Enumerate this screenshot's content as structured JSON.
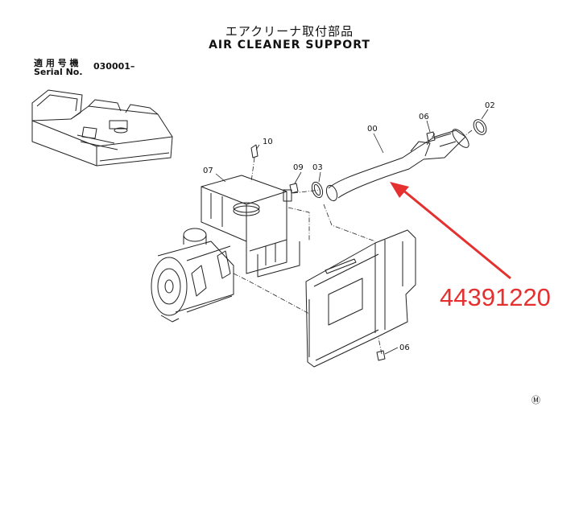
{
  "header": {
    "title_jp": "エアクリーナ取付部品",
    "title_en": "AIR CLEANER SUPPORT"
  },
  "serial": {
    "label_jp": "適 用 号 機",
    "label_en": "Serial No.",
    "value": "030001–"
  },
  "parts": {
    "p00": "00",
    "p02": "02",
    "p03": "03",
    "p06_top": "06",
    "p06_bottom": "06",
    "p07": "07",
    "p09": "09",
    "p10": "10"
  },
  "callout": {
    "part_number": "44391220",
    "color": "#e53030"
  },
  "footer": {
    "mark": "Ⓜ"
  }
}
